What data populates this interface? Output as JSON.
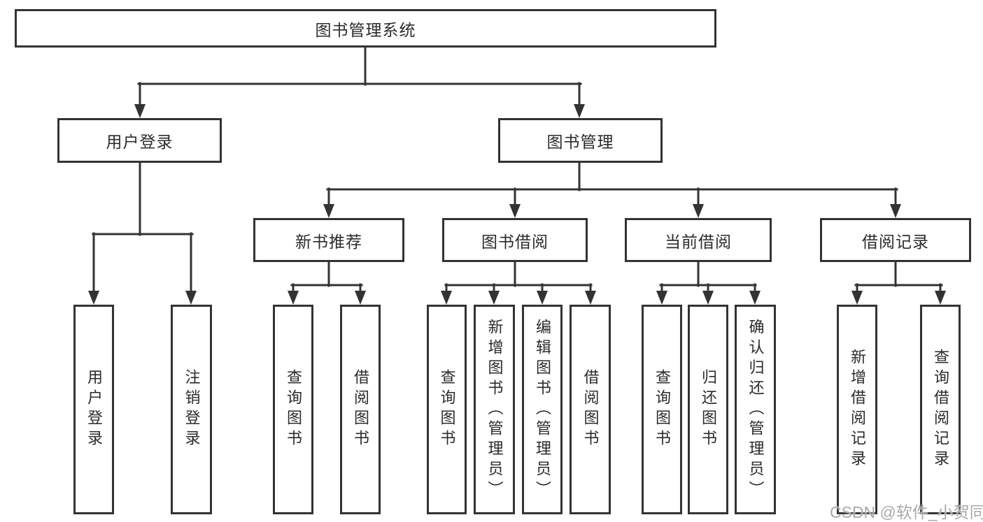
{
  "tree": {
    "label": "图书管理系统",
    "children": [
      {
        "label": "用户登录",
        "children": [
          {
            "label": "用户登录"
          },
          {
            "label": "注销登录"
          }
        ]
      },
      {
        "label": "图书管理",
        "children": [
          {
            "label": "新书推荐",
            "children": [
              {
                "label": "查询图书"
              },
              {
                "label": "借阅图书"
              }
            ]
          },
          {
            "label": "图书借阅",
            "children": [
              {
                "label": "查询图书"
              },
              {
                "label": "新增图书（管理员）"
              },
              {
                "label": "编辑图书（管理员）"
              },
              {
                "label": "借阅图书"
              }
            ]
          },
          {
            "label": "当前借阅",
            "children": [
              {
                "label": "查询图书"
              },
              {
                "label": "归还图书"
              },
              {
                "label": "确认归还（管理员）"
              }
            ]
          },
          {
            "label": "借阅记录",
            "children": [
              {
                "label": "新增借阅记录"
              },
              {
                "label": "查询借阅记录"
              }
            ]
          }
        ]
      }
    ]
  },
  "watermark": "CSDN @软件_小贺同学",
  "colors": {
    "line": "#333333",
    "box_border": "#333333",
    "text": "#2b2b2b",
    "watermark": "#a9a9a9",
    "background": "#ffffff"
  }
}
